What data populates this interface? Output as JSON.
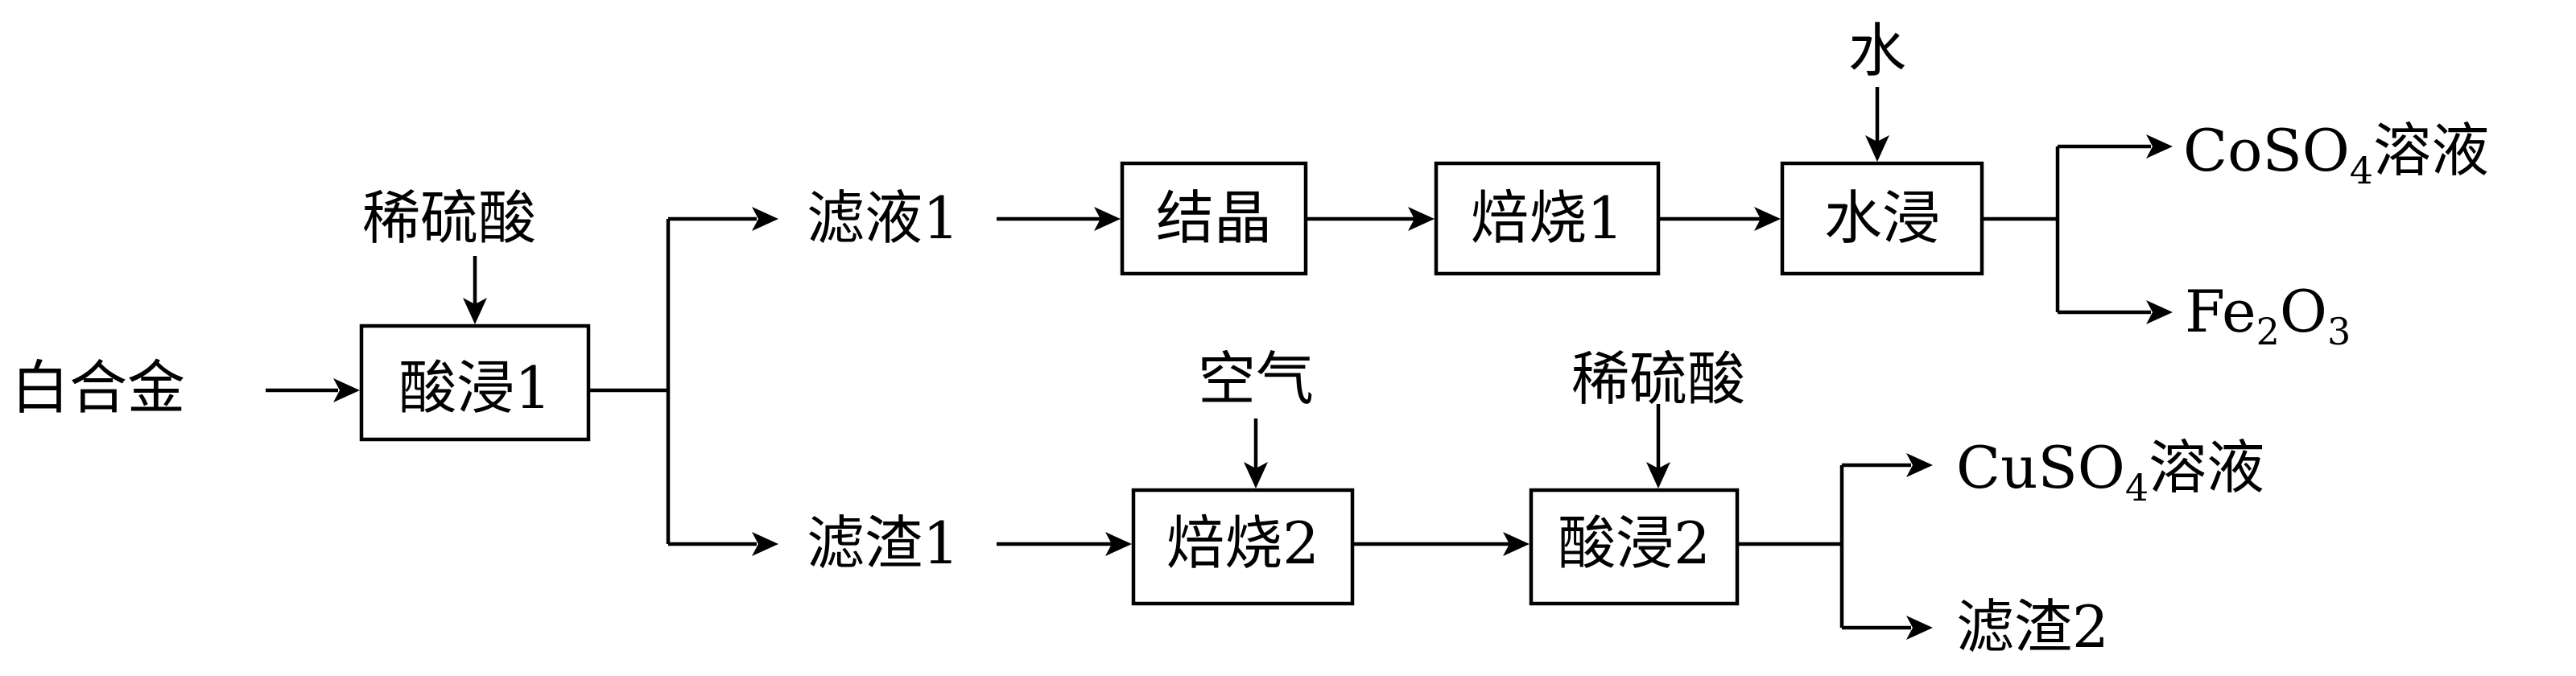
{
  "input": "白合金",
  "reagents": {
    "acid_leach_1": "稀硫酸",
    "water_leach": "水",
    "roast_2": "空气",
    "acid_leach_2": "稀硫酸"
  },
  "steps": {
    "acid_leach_1": "酸浸1",
    "crystallize": "结晶",
    "roast_1": "焙烧1",
    "water_leach": "水浸",
    "roast_2": "焙烧2",
    "acid_leach_2": "酸浸2"
  },
  "intermediates": {
    "filtrate_1": "滤液1",
    "residue_1": "滤渣1"
  },
  "products": {
    "coso4": {
      "base": "CoSO",
      "sub": "4",
      "tail": "溶液"
    },
    "fe2o3": {
      "a": "Fe",
      "sub1": "2",
      "b": "O",
      "sub2": "3"
    },
    "cuso4": {
      "base": "CuSO",
      "sub": "4",
      "tail": "溶液"
    },
    "residue_2": "滤渣2"
  }
}
